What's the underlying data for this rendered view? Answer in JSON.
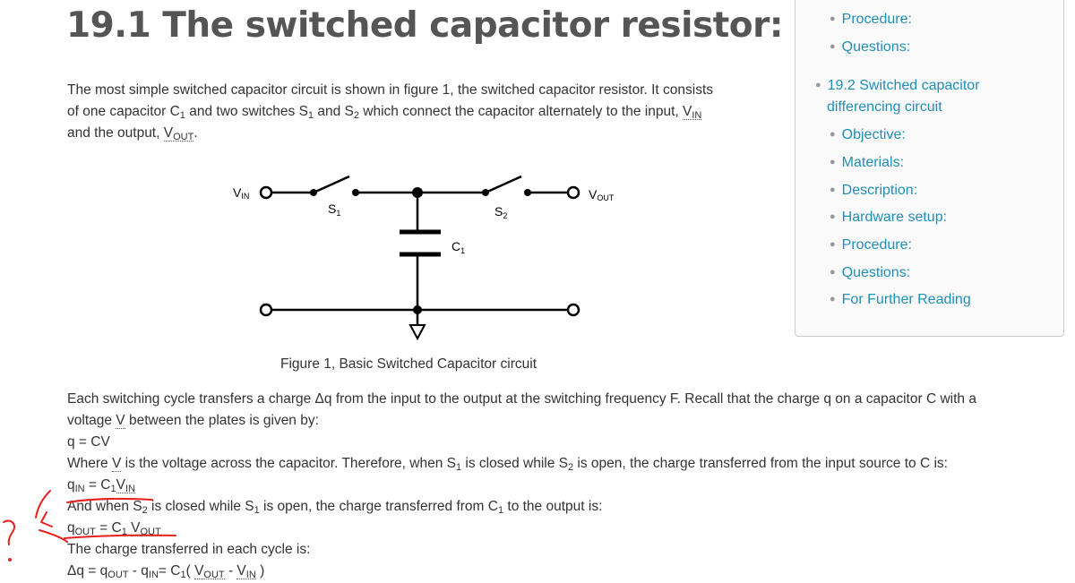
{
  "heading": "19.1 The switched capacitor resistor:",
  "intro": {
    "t1": "The most simple switched capacitor circuit is shown in figure 1, the switched capacitor resistor. It consists",
    "t2a": "of one capacitor C",
    "t2b": "1",
    "t2c": " and two switches S",
    "t2d": "1",
    "t2e": " and S",
    "t2f": "2",
    "t2g": " which connect the capacitor alternately to the input, ",
    "t2h": "V",
    "t2i": "IN",
    "t3a": "and the output, ",
    "t3b": "V",
    "t3c": "OUT",
    "t3d": "."
  },
  "figure": {
    "vin": "V",
    "vin_sub": "IN",
    "vout": "V",
    "vout_sub": "OUT",
    "s1": "S",
    "s1_sub": "1",
    "s2": "S",
    "s2_sub": "2",
    "c1": "C",
    "c1_sub": "1",
    "caption": "Figure 1, Basic Switched Capacitor circuit"
  },
  "body": {
    "p1a": "Each switching cycle transfers a charge Δq from the input to the output at the switching frequency F. Recall that the charge q on a capacitor C with a",
    "p1b": "voltage ",
    "p1c": "V",
    "p1d": " between the plates is given by:",
    "eq1": "q = CV",
    "p2a": "Where ",
    "p2b": "V",
    "p2c": " is the voltage across the capacitor. Therefore, when S",
    "p2d": "1",
    "p2e": " is closed while S",
    "p2f": "2",
    "p2g": " is open, the charge transferred from the input source to C is:",
    "eq2a": "q",
    "eq2b": "IN",
    "eq2c": " = C",
    "eq2d": "1",
    "eq2e": "V",
    "eq2f": "IN",
    "p3a": "And when S",
    "p3b": "2",
    "p3c": " is closed while S",
    "p3d": "1",
    "p3e": " is open, the charge transferred from C",
    "p3f": "1",
    "p3g": " to the output is:",
    "eq3a": "q",
    "eq3b": "OUT",
    "eq3c": " = C",
    "eq3d": "1",
    "eq3e": " ",
    "eq3f": "V",
    "eq3g": "OUT",
    "p4": "The charge transferred in each cycle is:",
    "eq4a": "Δq = q",
    "eq4b": "OUT",
    "eq4c": " - q",
    "eq4d": "IN",
    "eq4e": "= C",
    "eq4f": "1",
    "eq4g": "( ",
    "eq4h": "V",
    "eq4i": "OUT",
    "eq4j": " - ",
    "eq4k": "V",
    "eq4l": "IN",
    "eq4m": " )"
  },
  "toc": {
    "items": [
      "Procedure:",
      "Questions:",
      "19.2 Switched capacitor",
      "differencing circuit",
      "Objective:",
      "Materials:",
      "Description:",
      "Hardware setup:",
      "Procedure:",
      "Questions:",
      "For Further Reading"
    ]
  },
  "annotation": {
    "mark": "?"
  },
  "colors": {
    "link": "#1e8fb8",
    "title": "#555555",
    "annotation": "#e8231f"
  }
}
